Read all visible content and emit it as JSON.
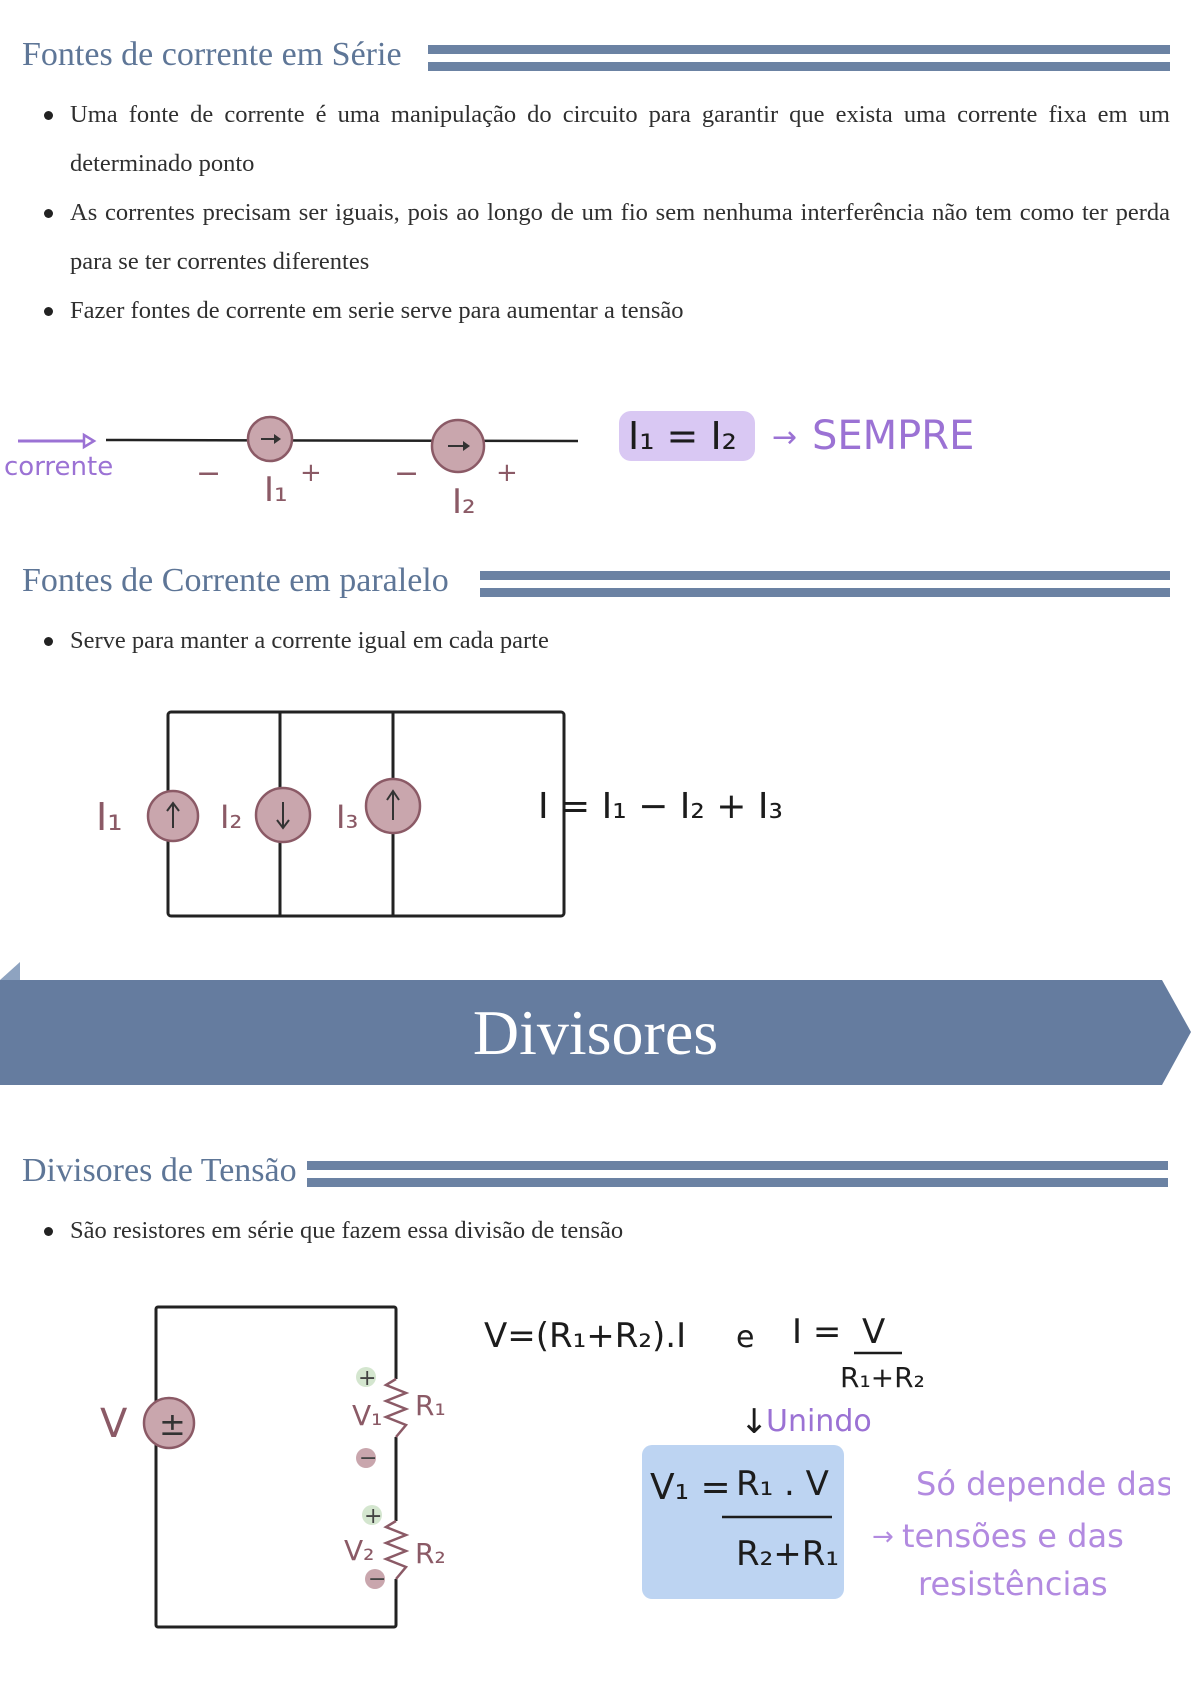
{
  "sections": {
    "serie": {
      "title": "Fontes de corrente em Série",
      "bullets": [
        "Uma fonte de corrente é uma manipulação do circuito para garantir que exista uma corrente fixa em um determinado ponto",
        "As correntes precisam ser iguais, pois ao longo de um fio sem nenhuma interferência não tem como ter perda para se ter correntes diferentes",
        "Fazer fontes de corrente em serie serve para aumentar a tensão"
      ],
      "diagram": {
        "corrente_label": "corrente",
        "minus": "−",
        "plus": "+",
        "source1_label": "I₁",
        "source2_label": "I₂",
        "equation": "I₁ = I₂",
        "arrow": "→",
        "sempre": "SEMPRE"
      }
    },
    "paralelo": {
      "title": "Fontes de Corrente em paralelo",
      "bullets": [
        "Serve para manter a corrente igual em cada parte"
      ],
      "diagram": {
        "label1": "I₁",
        "label2": "I₂",
        "label3": "I₃",
        "equation": "I = I₁ − I₂ + I₃"
      }
    },
    "banner": {
      "title": "Divisores"
    },
    "tensao": {
      "title": "Divisores de Tensão",
      "bullets": [
        "São resistores em série que fazem essa divisão de tensão"
      ],
      "diagram": {
        "source_label": "V",
        "source_symbol": "±",
        "v1": "V₁",
        "r1": "R₁",
        "v2": "V₂",
        "r2": "R₂",
        "plus": "+",
        "minus": "−",
        "eq1": "V=(R₁+R₂).I",
        "conj": "e",
        "eq2_lhs": "I =",
        "eq2_num": "V",
        "eq2_den": "R₁+R₂",
        "unindo_arrow": "↓",
        "unindo": "Unindo",
        "result_lhs": "V₁ =",
        "result_num": "R₁ . V",
        "result_den": "R₂+R₁",
        "note_line1": "Só depende das",
        "note_arrow": "→",
        "note_line2": "tensões e das",
        "note_line3": "resistências"
      }
    }
  },
  "colors": {
    "heading": "#5e7697",
    "rule": "#6b82a3",
    "banner": "#657c9f",
    "source_fill": "#c9a6ad",
    "source_stroke": "#8b5a66",
    "purple": "#9b72d4",
    "lavender_highlight": "#d9c8f3",
    "blue_highlight": "#bdd4f2"
  }
}
